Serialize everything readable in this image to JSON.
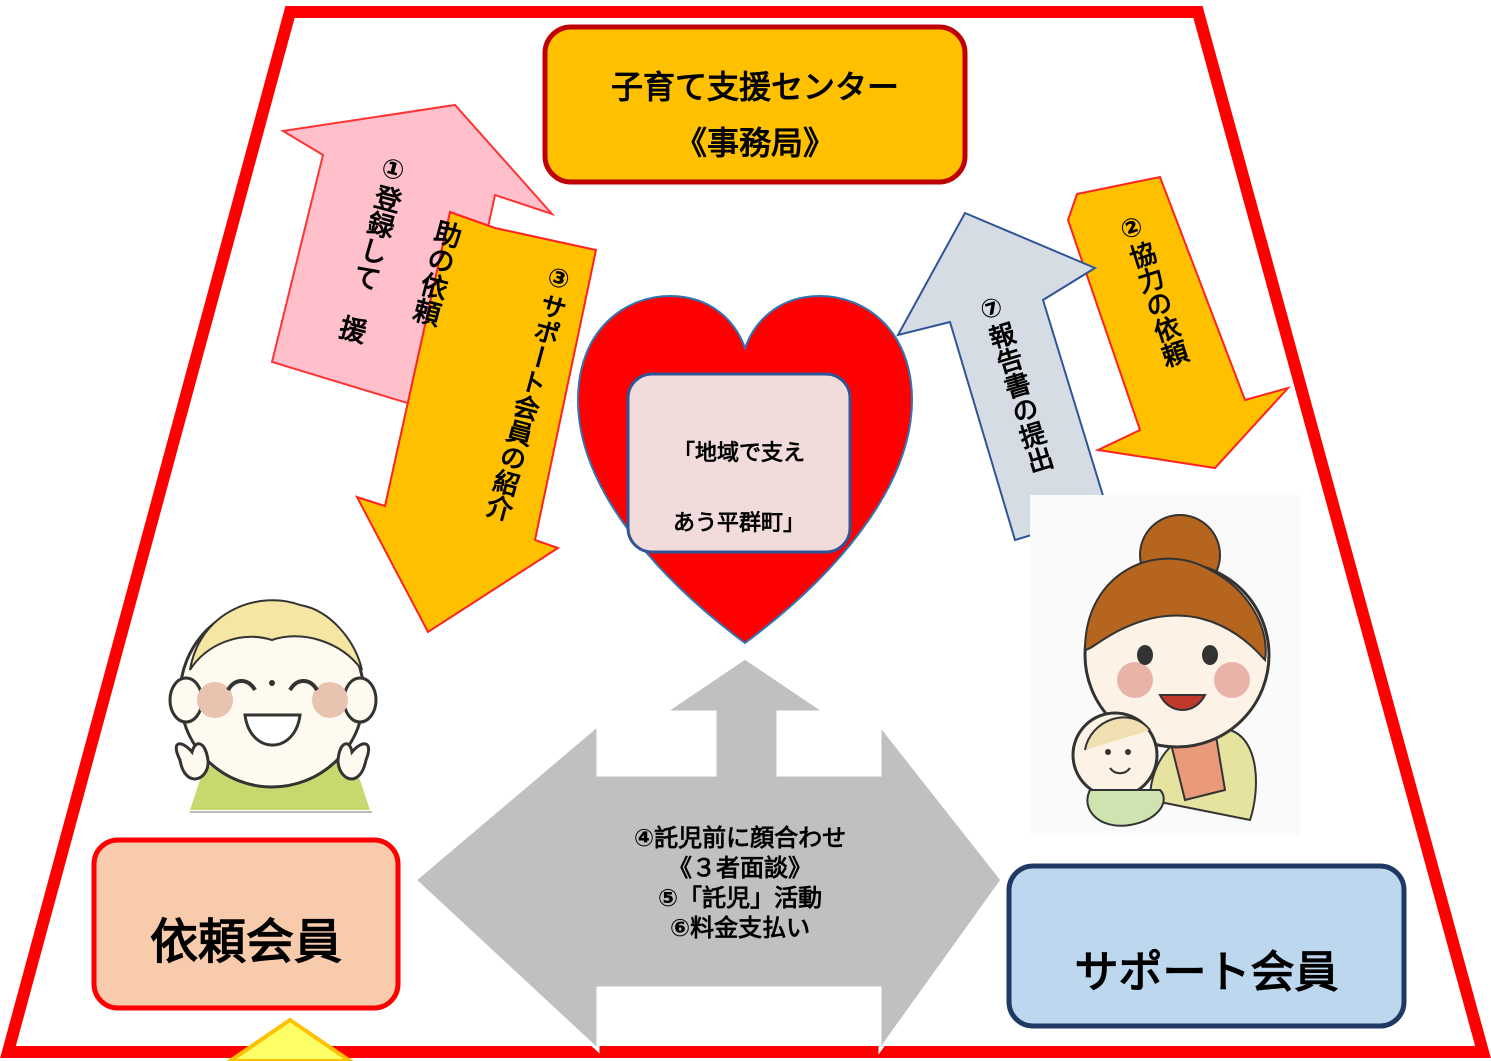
{
  "center": {
    "title_line1": "子育て支援センター",
    "title_line2": "《事務局》"
  },
  "heart": {
    "line1": "「地域で支え",
    "line2": "あう平群町」"
  },
  "arrows": {
    "step1_line1": "①登録して　援",
    "step1_line2": "助の依頼",
    "step3": "③サポート会員の紹介",
    "step2": "②協力の依頼",
    "step7": "⑦報告書の提出"
  },
  "activity": {
    "line1": "④託児前に顔合わせ",
    "line2": "《３者面談》",
    "line3": "⑤「託児」活動",
    "line4": "⑥料金支払い"
  },
  "members": {
    "requester": "依頼会員",
    "supporter": "サポート会員"
  },
  "colors": {
    "frame": "#ff0000",
    "center_fill": "#ffc000",
    "center_border": "#c00000",
    "heart_fill": "#ff0000",
    "heart_box_fill": "#f2dcdb",
    "pink_arrow": "#ffc0cb",
    "orange_arrow": "#ffc000",
    "blue_arrow": "#d6dce4",
    "gray_arrow": "#c0c0c0",
    "requester_fill": "#f8cbad",
    "supporter_fill": "#bdd7ee",
    "supporter_border": "#1f3864"
  }
}
